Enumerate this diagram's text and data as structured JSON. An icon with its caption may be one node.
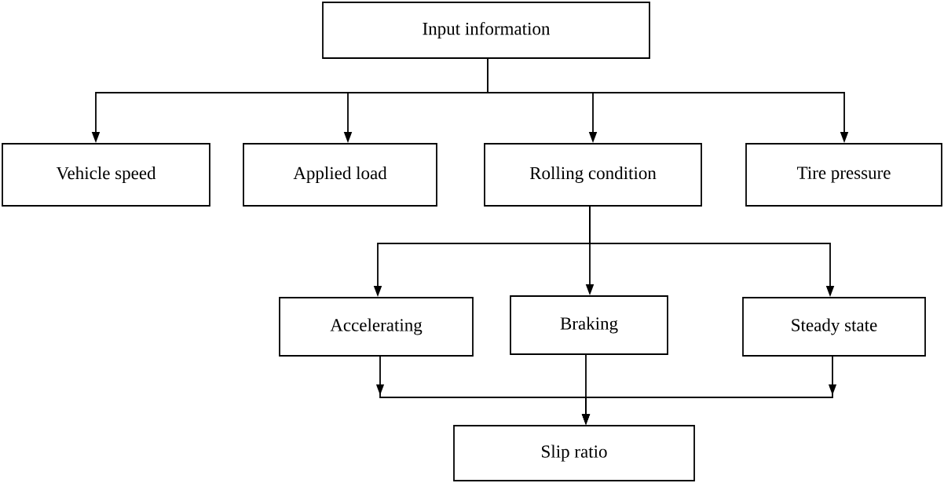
{
  "diagram": {
    "nodes": [
      {
        "text": [
          "Input information"
        ]
      },
      {
        "text": [
          "Vehicle speed"
        ]
      },
      {
        "text": [
          "Applied load"
        ]
      },
      {
        "text": [
          "Rolling condition"
        ]
      },
      {
        "text": [
          "Tire pressure"
        ]
      },
      {
        "text": [
          "Accelerating"
        ]
      },
      {
        "text": [
          "Braking"
        ]
      },
      {
        "text": [
          "Steady state"
        ]
      },
      {
        "text": [
          "Slip ratio"
        ]
      }
    ],
    "edges": [
      {
        "from": 0,
        "to": 1,
        "arrow": "to"
      },
      {
        "from": 0,
        "to": 2,
        "arrow": "to"
      },
      {
        "from": 0,
        "to": 3,
        "arrow": "to"
      },
      {
        "from": 0,
        "to": 4,
        "arrow": "to"
      },
      {
        "from": 3,
        "to": 5,
        "arrow": "to"
      },
      {
        "from": 3,
        "to": 6,
        "arrow": "to"
      },
      {
        "from": 3,
        "to": 7,
        "arrow": "to"
      },
      {
        "from": 5,
        "to": 8,
        "arrow": "to"
      },
      {
        "from": 6,
        "to": 8,
        "arrow": "to"
      },
      {
        "from": 7,
        "to": 8,
        "arrow": "to"
      }
    ]
  }
}
